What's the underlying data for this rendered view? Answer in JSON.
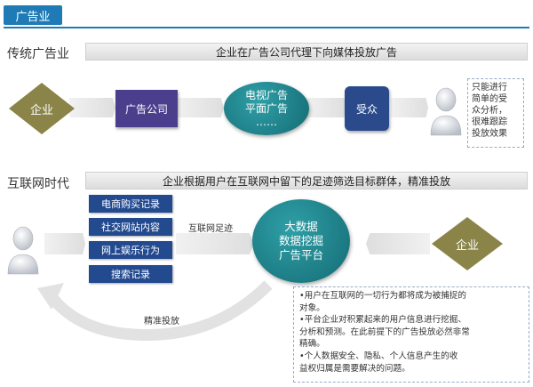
{
  "header": {
    "title": "广告业"
  },
  "traditional": {
    "label": "传统广告业",
    "banner": "企业在广告公司代理下向媒体投放广告",
    "enterprise": "企业",
    "agency": "广告公司",
    "media_lines": [
      "电视广告",
      "平面广告",
      "……"
    ],
    "audience": "受众",
    "note_lines": [
      "只能进行",
      "简单的受",
      "众分析，",
      "很难跟踪",
      "投放效果"
    ]
  },
  "internet": {
    "label": "互联网时代",
    "banner": "企业根据用户在互联网中留下的足迹筛选目标群体，精准投放",
    "records": [
      "电商购买记录",
      "社交网站内容",
      "网上娱乐行为",
      "搜索记录"
    ],
    "footprint_label": "互联网足迹",
    "platform_lines": [
      "大数据",
      "数据挖掘",
      "广告平台"
    ],
    "enterprise": "企业",
    "targeting_label": "精准投放",
    "note_lines": [
      "•用户在互联网的一切行为都将成为被捕捉的",
      "  对象。",
      "•平台企业对积累起来的用户信息进行挖掘、",
      "  分析和预测。在此前提下的广告投放必然非常",
      "  精确。",
      "•个人数据安全、隐私、个人信息产生的收",
      "  益权归属是需要解决的问题。"
    ]
  },
  "colors": {
    "accent": "#1f7bb6",
    "diamond": "#8a8449",
    "agency_box": "#4b3e8c",
    "circle": "#1d7e87",
    "audience_box": "#2a4a8b",
    "record_box": "#234a8f"
  }
}
